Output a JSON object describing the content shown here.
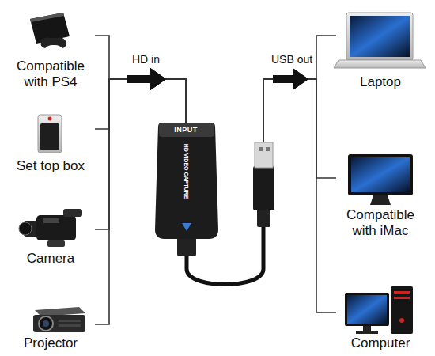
{
  "diagram": {
    "nodes": [
      {
        "text": [
          "Compatible with PS4"
        ]
      },
      {
        "text": [
          "Set top box"
        ]
      },
      {
        "text": [
          "Camera"
        ]
      },
      {
        "text": [
          "Projector"
        ]
      },
      {
        "text": [
          "INPUT",
          "HD VIDEO CAPTURE"
        ]
      },
      {
        "text": [
          "Laptop"
        ]
      },
      {
        "text": [
          "Compatible with iMac"
        ]
      },
      {
        "text": [
          "Computer"
        ]
      }
    ],
    "edges": [
      {
        "from": 0,
        "to": 4,
        "arrow": "to"
      },
      {
        "from": 1,
        "to": 4,
        "arrow": "to"
      },
      {
        "from": 2,
        "to": 4,
        "arrow": "to"
      },
      {
        "from": 3,
        "to": 4,
        "arrow": "to"
      },
      {
        "from": 4,
        "to": 5,
        "arrow": "to"
      },
      {
        "from": 4,
        "to": 6,
        "arrow": "to"
      },
      {
        "from": 4,
        "to": 7,
        "arrow": "to"
      }
    ],
    "labels": [
      "HD in",
      "USB out"
    ]
  }
}
